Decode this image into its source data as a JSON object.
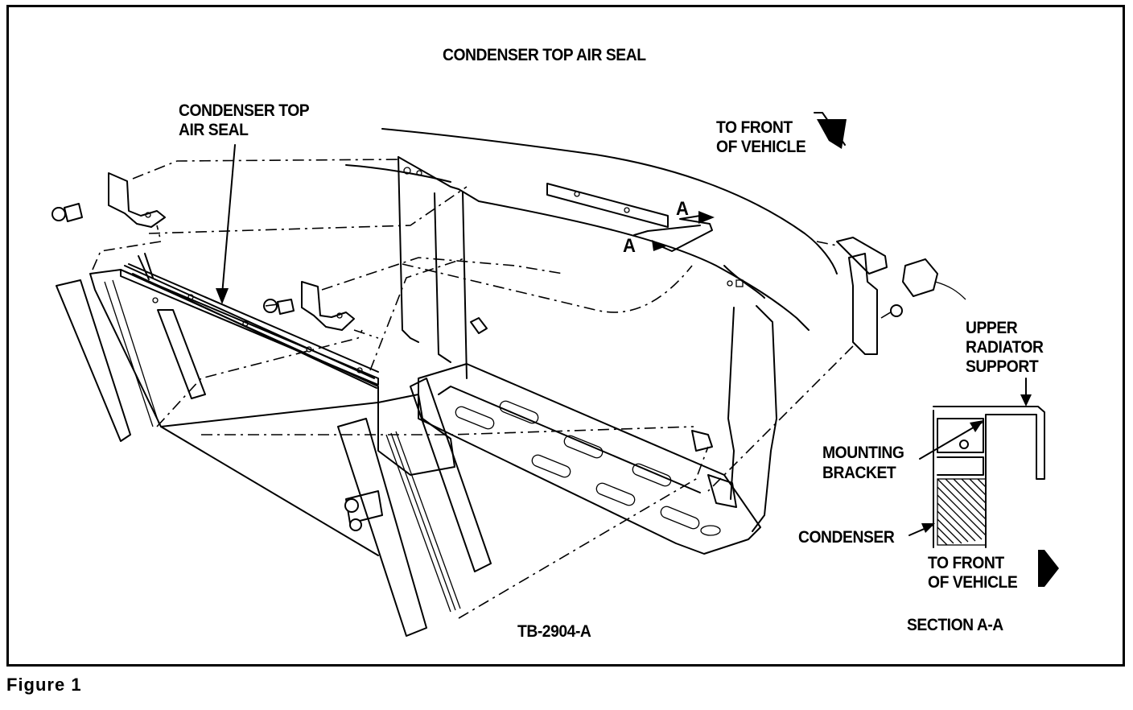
{
  "title": "CONDENSER TOP AIR SEAL",
  "labels": {
    "seal_line1": "CONDENSER TOP",
    "seal_line2": "AIR SEAL",
    "front_top_line1": "TO FRONT",
    "front_top_line2": "OF VEHICLE",
    "arrow_a_top": "A",
    "arrow_a_bottom": "A",
    "upper_line1": "UPPER",
    "upper_line2": "RADIATOR",
    "upper_line3": "SUPPORT",
    "bracket_line1": "MOUNTING",
    "bracket_line2": "BRACKET",
    "condenser": "CONDENSER",
    "front_bottom_line1": "TO FRONT",
    "front_bottom_line2": "OF VEHICLE",
    "section": "SECTION A-A",
    "code": "TB-2904-A"
  },
  "caption": "Figure 1",
  "colors": {
    "ink": "#000000",
    "paper": "#ffffff"
  }
}
